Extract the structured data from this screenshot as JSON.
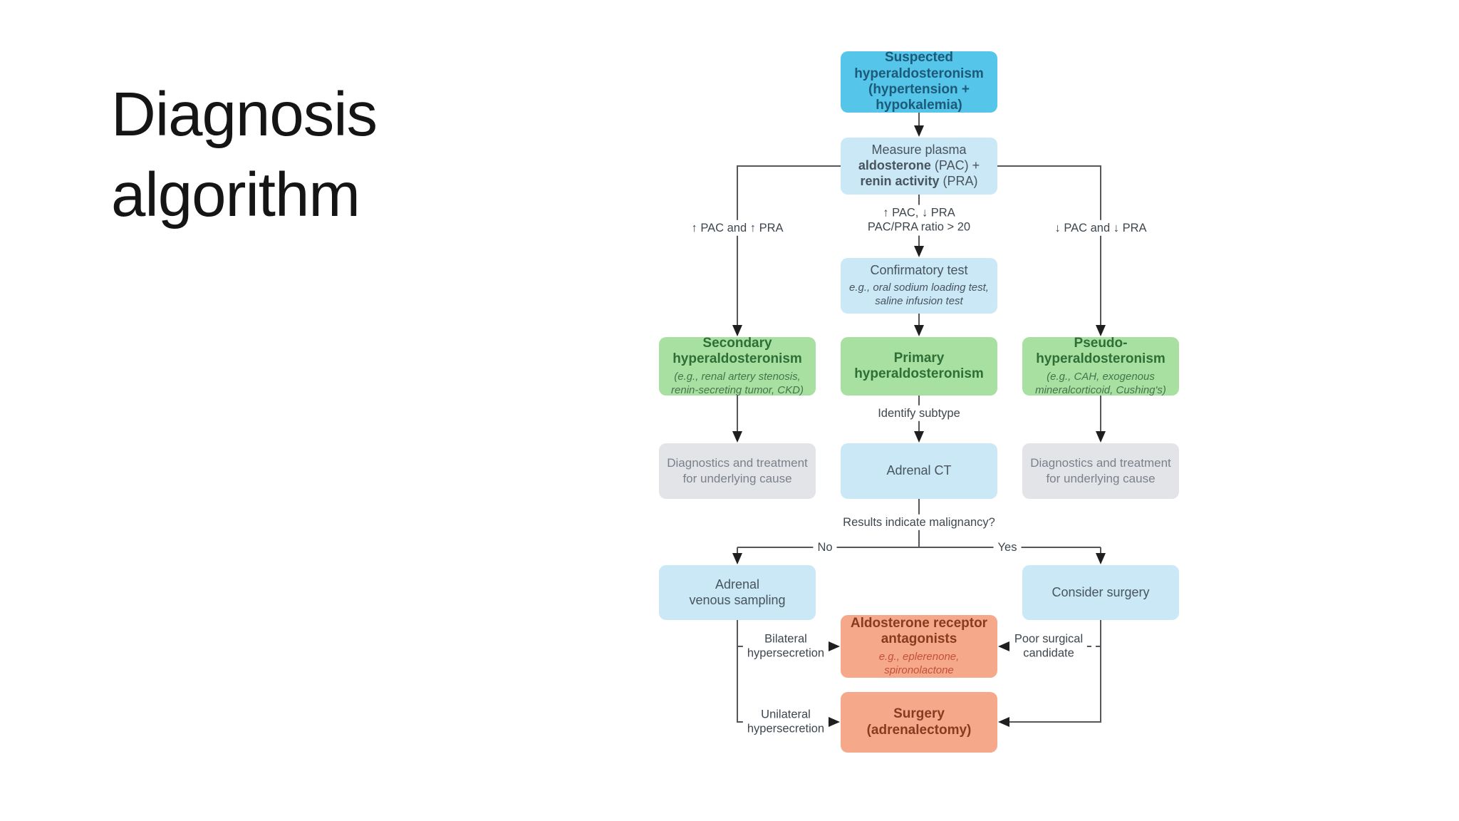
{
  "slide": {
    "title": "Diagnosis algorithm"
  },
  "diagram": {
    "boxes": {
      "suspected": {
        "title": "Suspected hyperaldosteronism (hypertension + hypokalemia)"
      },
      "measure": {
        "line1": "Measure plasma",
        "line2_bold": "aldosterone",
        "line2_rest": " (PAC) +",
        "line3_bold": "renin activity",
        "line3_rest": " (PRA)"
      },
      "confirmatory": {
        "title": "Confirmatory test",
        "subtitle": "e.g., oral sodium loading test, saline infusion test"
      },
      "secondary": {
        "title": "Secondary hyperaldosteronism",
        "subtitle": "(e.g., renal artery stenosis, renin-secreting tumor, CKD)"
      },
      "primary": {
        "title": "Primary hyperaldosteronism"
      },
      "pseudo": {
        "title": "Pseudo-hyperaldosteronism",
        "subtitle": "(e.g., CAH, exogenous mineralcorticoid, Cushing's)"
      },
      "diagnostics_left": {
        "title": "Diagnostics and treatment for underlying cause"
      },
      "adrenal_ct": {
        "title": "Adrenal CT"
      },
      "diagnostics_right": {
        "title": "Diagnostics and treatment for underlying cause"
      },
      "avs": {
        "line1": "Adrenal",
        "line2": "venous sampling"
      },
      "consider_surgery": {
        "title": "Consider surgery"
      },
      "antagonists": {
        "title": "Aldosterone receptor antagonists",
        "subtitle": "e.g., eplerenone, spironolactone"
      },
      "surgery": {
        "line1": "Surgery",
        "line2": "(adrenalectomy)"
      }
    },
    "labels": {
      "left_branch": "↑ PAC and ↑ PRA",
      "mid_branch_line1": "↑ PAC, ↓ PRA",
      "mid_branch_line2": "PAC/PRA ratio > 20",
      "right_branch": "↓ PAC and ↓ PRA",
      "identify_subtype": "Identify subtype",
      "malignancy": "Results indicate malignancy?",
      "no": "No",
      "yes": "Yes",
      "bilateral_line1": "Bilateral",
      "bilateral_line2": "hypersecretion",
      "unilateral_line1": "Unilateral",
      "unilateral_line2": "hypersecretion",
      "poor_line1": "Poor surgical",
      "poor_line2": "candidate"
    },
    "colors": {
      "suspected_blue": "#55c5e9",
      "light_blue": "#cbe8f6",
      "green": "#a8e0a1",
      "gray": "#e3e4e8",
      "orange": "#f6a98a",
      "line": "#54585c",
      "blue_text": "#1d5a7a",
      "green_text": "#2e6f36",
      "orange_text": "#8a3a20",
      "orange_subtext": "#c2503a"
    }
  }
}
